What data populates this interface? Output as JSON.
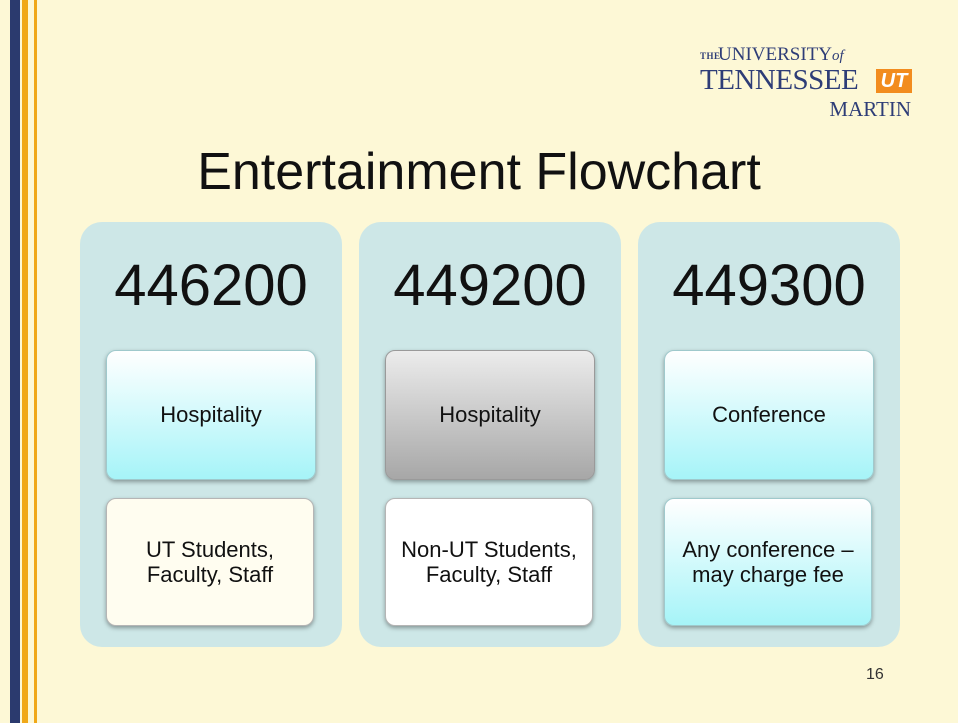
{
  "slide": {
    "title": "Entertainment Flowchart",
    "page_number": "16"
  },
  "logo": {
    "the": "THE",
    "university": "UNIVERSITY",
    "of": "of",
    "tennessee": "TENNESSEE",
    "ut": "UT",
    "martin": "MARTIN"
  },
  "columns": [
    {
      "code": "446200",
      "category": "Hospitality",
      "audience": "UT Students, Faculty, Staff"
    },
    {
      "code": "449200",
      "category": "Hospitality",
      "audience": "Non-UT Students, Faculty, Staff"
    },
    {
      "code": "449300",
      "category": "Conference",
      "audience": "Any conference – may charge fee"
    }
  ],
  "colors": {
    "background": "#fdf8d6",
    "column_fill": "#cde7e7",
    "accent_navy": "#2b3a6e",
    "accent_orange": "#f0a818"
  }
}
